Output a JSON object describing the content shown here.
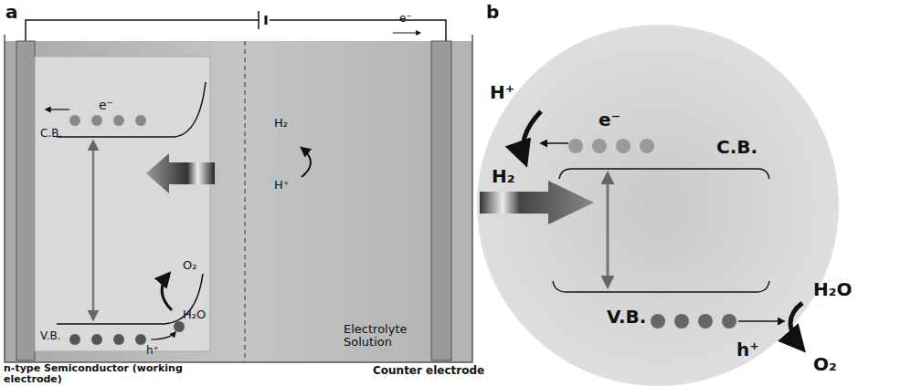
{
  "diagram": {
    "labels": [
      "a",
      "e⁻",
      "C.B.",
      "e⁻",
      "V.B.",
      "h⁺",
      "O₂",
      "H₂O",
      "Electrolyte Solution",
      "H₂",
      "H⁺",
      "n-type Semiconductor (working electrode)",
      "Counter electrode",
      "b",
      "H⁺",
      "e⁻",
      "C.B.",
      "H₂",
      "V.B.",
      "h⁺",
      "H₂O",
      "O₂"
    ]
  }
}
